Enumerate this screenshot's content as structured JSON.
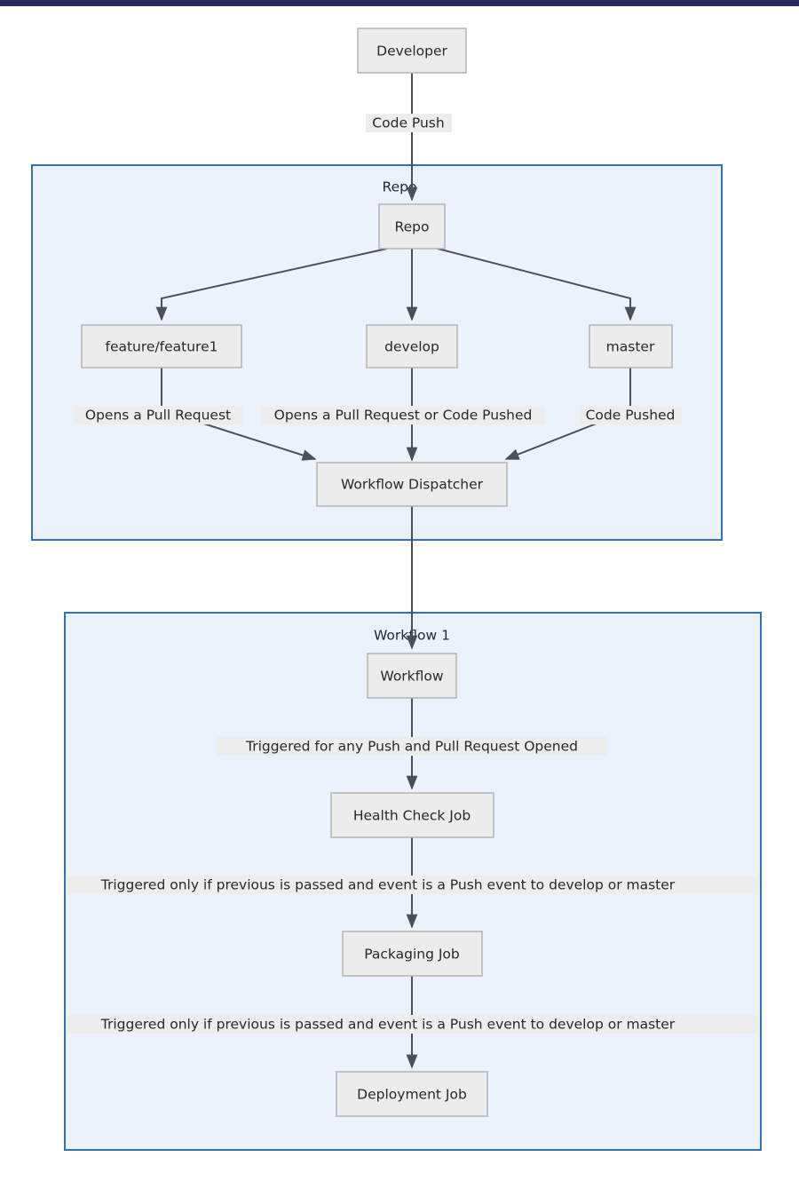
{
  "page": {
    "title": "CI/CD Workflow Flowchart",
    "topbar_color": "#262A5E",
    "background_color": "#FFFFFF"
  },
  "theme": {
    "node_fill": "#ECECEC",
    "node_stroke": "#AFAFAF",
    "subgraph_fill": "#ECF2FC",
    "subgraph_stroke": "#3470B8",
    "edge_stroke": "#4B5058",
    "label_bg": "#EDEDED",
    "text_color": "#27282B"
  },
  "subgraphs": [
    {
      "id": "repo_group",
      "title": "Repo"
    },
    {
      "id": "workflow_group",
      "title": "Workflow 1"
    }
  ],
  "nodes": [
    {
      "id": "developer",
      "label": "Developer"
    },
    {
      "id": "repo",
      "label": "Repo"
    },
    {
      "id": "feature",
      "label": "feature/feature1"
    },
    {
      "id": "develop",
      "label": "develop"
    },
    {
      "id": "master",
      "label": "master"
    },
    {
      "id": "dispatcher",
      "label": "Workflow Dispatcher"
    },
    {
      "id": "workflow",
      "label": "Workflow"
    },
    {
      "id": "health_check",
      "label": "Health Check Job"
    },
    {
      "id": "packaging",
      "label": "Packaging Job"
    },
    {
      "id": "deployment",
      "label": "Deployment Job"
    }
  ],
  "edges": [
    {
      "from": "developer",
      "to": "repo",
      "label": "Code Push"
    },
    {
      "from": "repo",
      "to": "feature",
      "label": ""
    },
    {
      "from": "repo",
      "to": "develop",
      "label": ""
    },
    {
      "from": "repo",
      "to": "master",
      "label": ""
    },
    {
      "from": "feature",
      "to": "dispatcher",
      "label": "Opens a Pull Request"
    },
    {
      "from": "develop",
      "to": "dispatcher",
      "label": "Opens a Pull Request or Code Pushed"
    },
    {
      "from": "master",
      "to": "dispatcher",
      "label": "Code Pushed"
    },
    {
      "from": "dispatcher",
      "to": "workflow",
      "label": ""
    },
    {
      "from": "workflow",
      "to": "health_check",
      "label": "Triggered for any Push and Pull Request Opened"
    },
    {
      "from": "health_check",
      "to": "packaging",
      "label": "Triggered only if previous is passed and event is a Push event to develop or master"
    },
    {
      "from": "packaging",
      "to": "deployment",
      "label": "Triggered only if previous is passed and event is a Push event to develop or master"
    }
  ]
}
